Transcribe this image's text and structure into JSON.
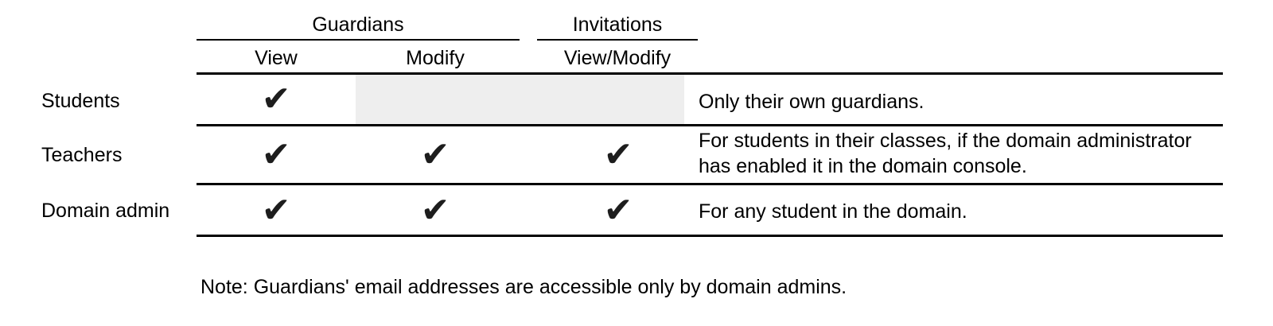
{
  "colors": {
    "background": "#ffffff",
    "text": "#000000",
    "line": "#000000",
    "disabled_cell": "#eeeeee",
    "check": "#1d1d1d"
  },
  "icons": {
    "check_icon": "✔"
  },
  "table": {
    "column_groups": [
      {
        "label": "Guardians",
        "subcolumns": [
          "View",
          "Modify"
        ]
      },
      {
        "label": "Invitations",
        "subcolumns": [
          "View/Modify"
        ]
      }
    ],
    "rows": [
      {
        "label": "Students",
        "permissions": {
          "guardians_view": true,
          "guardians_modify": false,
          "invitations_view_modify": false
        },
        "note": "Only their own guardians."
      },
      {
        "label": "Teachers",
        "permissions": {
          "guardians_view": true,
          "guardians_modify": true,
          "invitations_view_modify": true
        },
        "note": "For students in their classes, if the domain administrator has enabled it in the domain console."
      },
      {
        "label": "Domain admin",
        "permissions": {
          "guardians_view": true,
          "guardians_modify": true,
          "invitations_view_modify": true
        },
        "note": "For any student in the domain."
      }
    ],
    "footnote": "Note: Guardians' email addresses are accessible only by domain admins."
  }
}
